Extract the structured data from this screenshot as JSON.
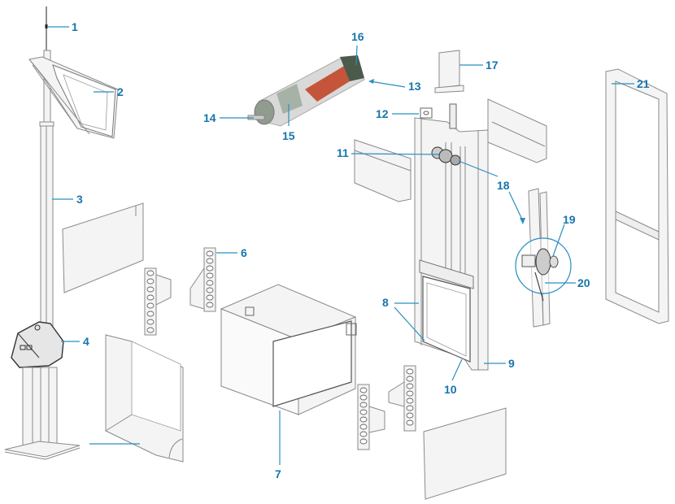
{
  "diagram": {
    "title": "Exploded view of gate assembly components",
    "label_color": "#1775ad",
    "leader_color": "#2a8fc1",
    "callouts": [
      {
        "id": "1",
        "text": "1",
        "part": "antenna"
      },
      {
        "id": "2",
        "text": "2",
        "part": "solar-panel"
      },
      {
        "id": "3",
        "text": "3",
        "part": "mast"
      },
      {
        "id": "4",
        "text": "4",
        "part": "control-unit-housing"
      },
      {
        "id": "5",
        "text": "",
        "part": "inlet-hood"
      },
      {
        "id": "6",
        "text": "6",
        "part": "seal-plate"
      },
      {
        "id": "7",
        "text": "7",
        "part": "frame-box"
      },
      {
        "id": "8",
        "text": "8",
        "part": "gate-seal"
      },
      {
        "id": "9",
        "text": "9",
        "part": "gate-guide"
      },
      {
        "id": "10",
        "text": "10",
        "part": "gate-leaf"
      },
      {
        "id": "11",
        "text": "11",
        "part": "drive-gear"
      },
      {
        "id": "12",
        "text": "12",
        "part": "lifting-lug"
      },
      {
        "id": "13",
        "text": "13",
        "part": "actuator-motor"
      },
      {
        "id": "14",
        "text": "14",
        "part": "motor-shaft"
      },
      {
        "id": "15",
        "text": "15",
        "part": "gearbox"
      },
      {
        "id": "16",
        "text": "16",
        "part": "motor-electronics"
      },
      {
        "id": "17",
        "text": "17",
        "part": "motor-cover"
      },
      {
        "id": "18",
        "text": "18",
        "part": "pulley"
      },
      {
        "id": "19",
        "text": "19",
        "part": "winch-drum"
      },
      {
        "id": "20",
        "text": "20",
        "part": "cable"
      },
      {
        "id": "21",
        "text": "21",
        "part": "outer-frame"
      }
    ]
  }
}
